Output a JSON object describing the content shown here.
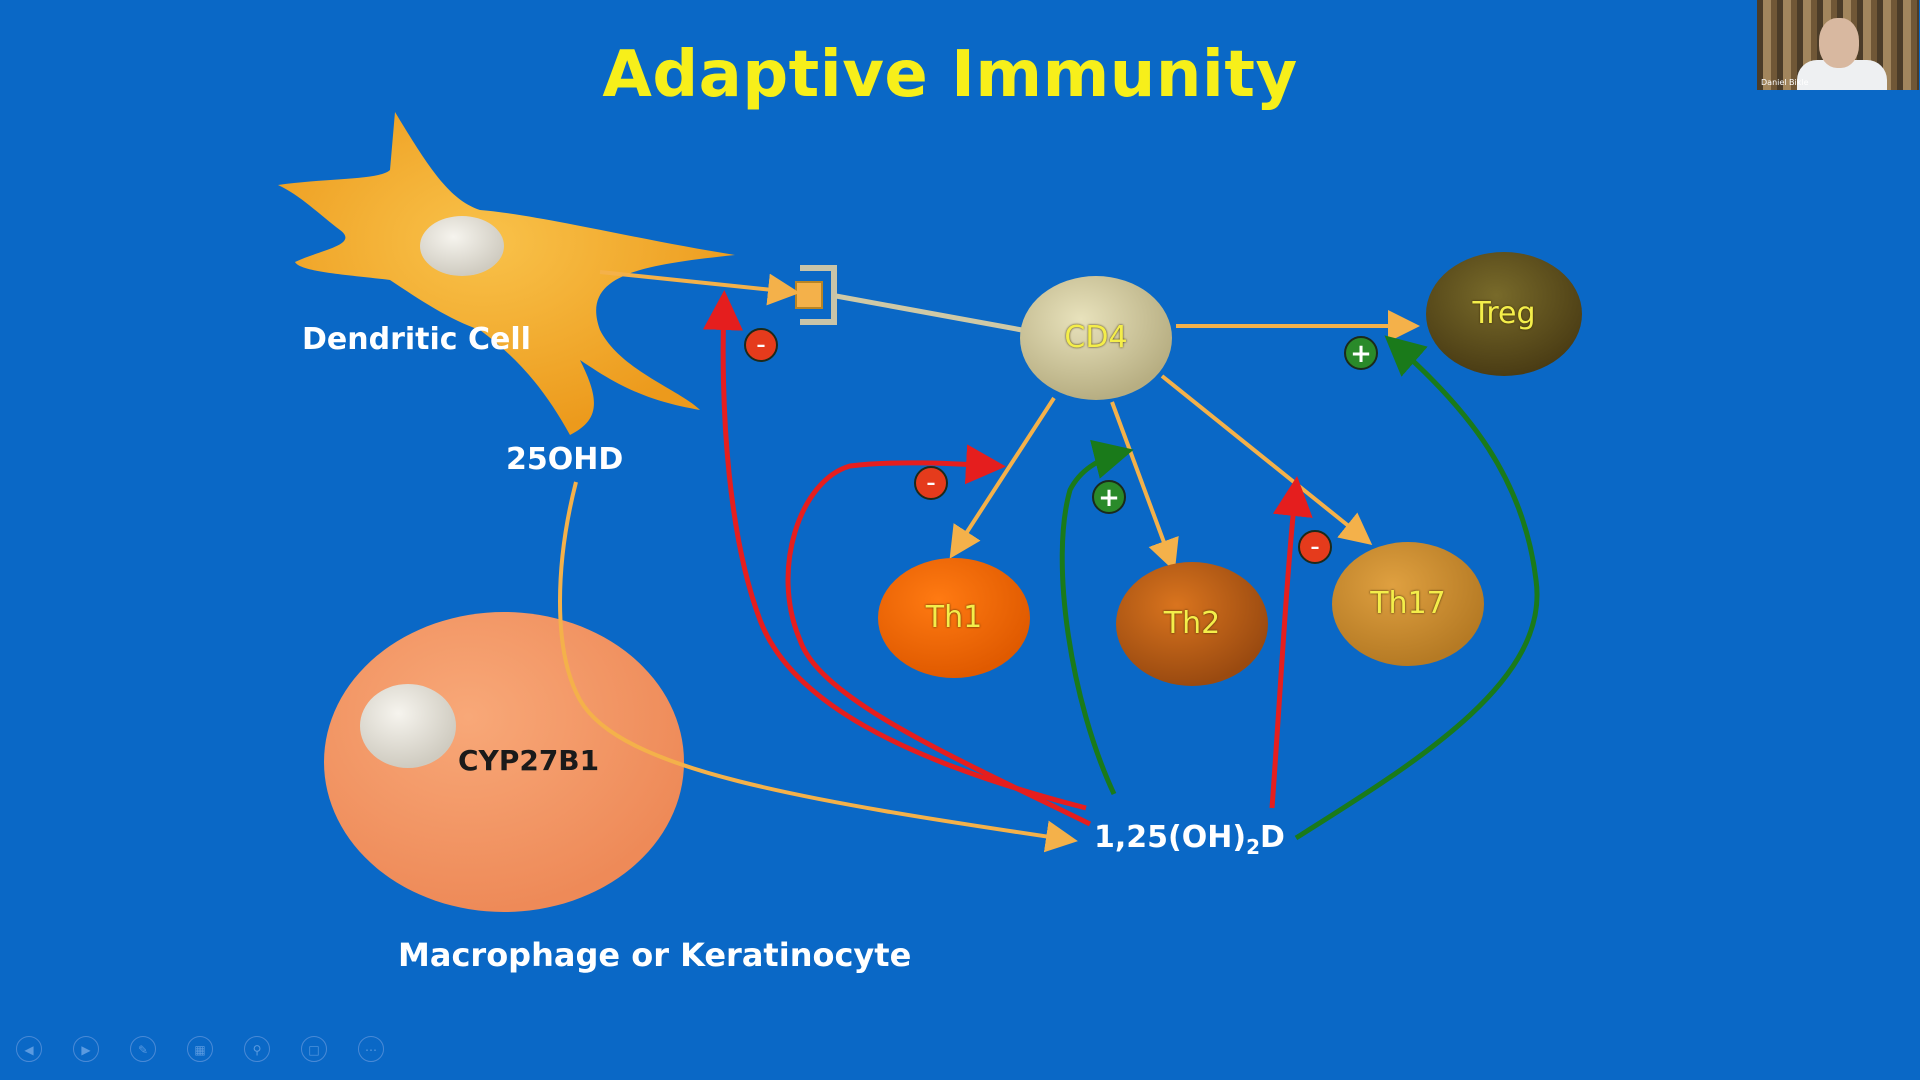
{
  "slide": {
    "title": "Adaptive Immunity",
    "labels": {
      "dendritic_cell": "Dendritic Cell",
      "ohd25": "25OHD",
      "cyp27b1": "CYP27B1",
      "macrophage": "Macrophage or Keratinocyte",
      "vitd_main": "1,25(OH)",
      "vitd_sub": "2",
      "vitd_end": "D"
    },
    "nodes": {
      "cd4": "CD4",
      "treg": "Treg",
      "th1": "Th1",
      "th2": "Th2",
      "th17": "Th17"
    },
    "signs": {
      "minus": "–",
      "plus": "+"
    }
  },
  "webcam": {
    "name": "Daniel Bikle"
  },
  "controls": [
    "previous-icon",
    "next-icon",
    "pen-icon",
    "slides-icon",
    "zoom-icon",
    "subtitles-icon",
    "more-icon"
  ],
  "colors": {
    "background": "#0a68c6",
    "title": "#f7ef1a",
    "arrow_yellow": "#f4b14a",
    "inhibit_red": "#e51e1e",
    "stimulate_green": "#1a7a1a"
  }
}
